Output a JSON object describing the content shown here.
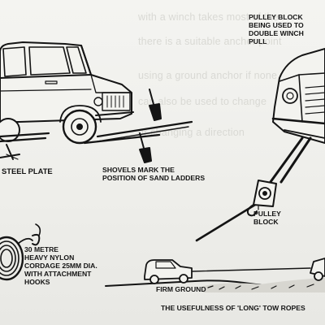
{
  "background_text": {
    "lines": [
      "with a winch takes most of the",
      "there is a suitable anchor point",
      "using a ground anchor if none",
      "can also be used to change",
      "or changing a direction"
    ]
  },
  "labels": {
    "pulley_block_top": [
      "PULLEY BLOCK",
      "BEING USED TO",
      "DOUBLE WINCH",
      "PULL"
    ],
    "steel_plate": "STEEL PLATE",
    "shovels": [
      "SHOVELS MARK THE",
      "POSITION OF SAND LADDERS"
    ],
    "pulley_block_bottom": [
      "PULLEY",
      "BLOCK"
    ],
    "rope": [
      "30 METRE",
      "HEAVY NYLON",
      "CORDAGE 25MM DIA.",
      "WITH ATTACHMENT",
      "HOOKS"
    ],
    "firm_ground": "FIRM GROUND",
    "usefulness": "THE USEFULNESS OF 'LONG' TOW ROPES"
  },
  "colors": {
    "ink": "#141414",
    "paper": "#f1f1ee"
  }
}
